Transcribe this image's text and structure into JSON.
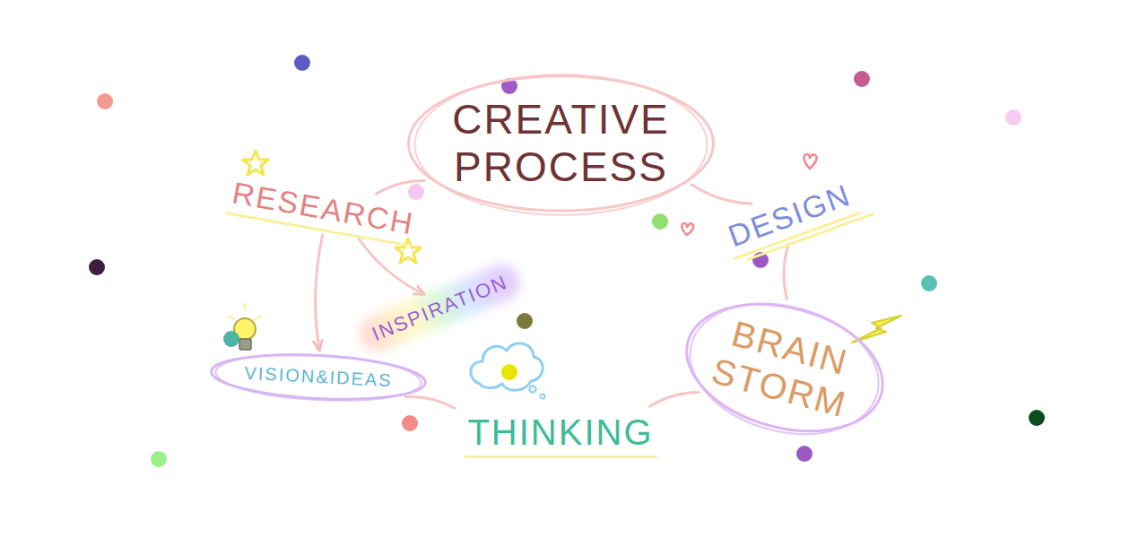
{
  "diagram": {
    "nodes": [
      {
        "text": [
          "CREATIVE PROCESS"
        ]
      },
      {
        "text": [
          "RESEARCH"
        ]
      },
      {
        "text": [
          "DESIGN"
        ]
      },
      {
        "text": [
          "INSPIRATION"
        ]
      },
      {
        "text": [
          "VISION&IDEAS"
        ]
      },
      {
        "text": [
          "THINKING"
        ]
      },
      {
        "text": [
          "BRAIN STORM"
        ]
      }
    ],
    "edges": [
      {
        "from": 0,
        "to": 1,
        "arrow": "none"
      },
      {
        "from": 0,
        "to": 2,
        "arrow": "none"
      },
      {
        "from": 2,
        "to": 6,
        "arrow": "none"
      },
      {
        "from": 6,
        "to": 5,
        "arrow": "none"
      },
      {
        "from": 5,
        "to": 4,
        "arrow": "none"
      },
      {
        "from": 1,
        "to": 4,
        "arrow": "to"
      },
      {
        "from": 1,
        "to": 3,
        "arrow": "to"
      }
    ]
  }
}
